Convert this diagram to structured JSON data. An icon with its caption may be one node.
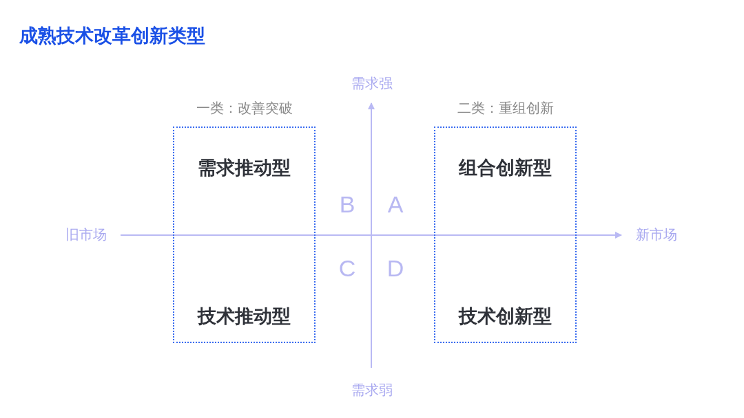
{
  "diagram": {
    "title": "成熟技术改革创新类型",
    "nodes": [
      {
        "text": [
          "一类：改善突破",
          "需求推动型",
          "技术推动型"
        ]
      },
      {
        "text": [
          "二类：重组创新",
          "组合创新型",
          "技术创新型"
        ]
      }
    ],
    "labels": [
      "需求强",
      "B",
      "A",
      "旧市场",
      "新市场",
      "C",
      "D",
      "需求弱"
    ]
  }
}
